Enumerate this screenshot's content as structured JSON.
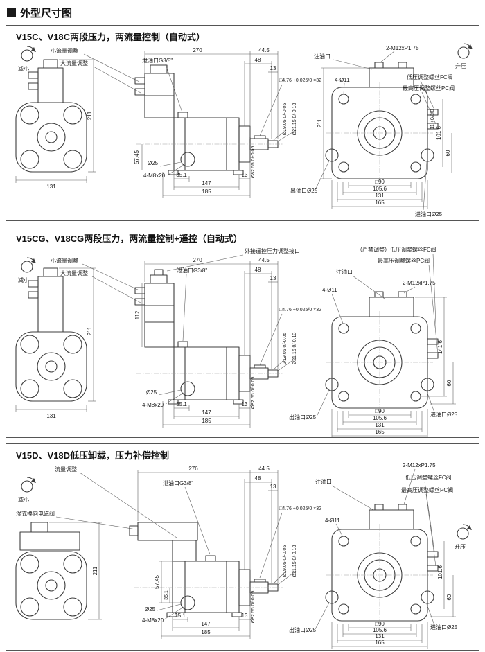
{
  "header": {
    "title": "外型尺寸图"
  },
  "panels": [
    {
      "title": "V15C、V18C两段压力，两流量控制（自动式）",
      "labels": {
        "decrease": "减小",
        "boost": "升压",
        "small_flow": "小流量调整",
        "large_flow": "大流量调整",
        "drain_port": "泄油口G3/8\"",
        "fill_port": "注油口",
        "stud_spec": "2-M12xP1.75",
        "fc_screw": "低压调整螺丝FC阀",
        "pc_screw": "最高压调整螺丝PC阀",
        "flange_holes": "4-Ø11",
        "pilot_dia": "Ø25",
        "mount_thread": "4-M8x20",
        "outlet": "出油口Ø25",
        "inlet": "进油口Ø25",
        "key_spec": "□4.76 +0.025/0 ×32",
        "shaft_d1": "Ø19.05 0/-0.05",
        "shaft_d2": "Ø21.15 0/-0.13",
        "spigot_d": "Ø82.55 0/-0.05",
        "keyway_h": "11 +0.3/0"
      },
      "dims": {
        "side_w": "131",
        "side_h": "211",
        "overall": "270",
        "shaft_len": "44.5",
        "shaft_step": "48",
        "key_len": "13",
        "valve_v": "57.45",
        "foot_a": "35.1",
        "foot_b": "147",
        "foot_c": "185",
        "foot_d": "13",
        "rear_h": "211",
        "hole_pitch": "101.6",
        "port_v": "60",
        "square": "□90",
        "pitch1": "105.6",
        "pitch2": "131",
        "pitch3": "165"
      }
    },
    {
      "title": "V15CG、V18CG两段压力，两流量控制+遥控（自动式）",
      "labels": {
        "decrease": "减小",
        "small_flow": "小流量调整",
        "large_flow": "大流量调整",
        "remote_port": "外接遥控压力调整接口",
        "drain_port": "泄油口G3/8\"",
        "fill_port": "注油口",
        "stud_spec": "2-M12xP1.75",
        "fc_screw": "（严禁调整）低压调整螺丝FC阀",
        "pc_screw": "最高压调整螺丝PC阀",
        "flange_holes": "4-Ø11",
        "pilot_dia": "Ø25",
        "mount_thread": "4-M8x20",
        "outlet": "出油口Ø25",
        "inlet": "进油口Ø25",
        "key_spec": "□4.76 +0.025/0 ×32",
        "shaft_d1": "Ø19.05 0/-0.05",
        "shaft_d2": "Ø21.15 0/-0.13",
        "spigot_d": "Ø82.55 0/-0.05"
      },
      "dims": {
        "side_w": "131",
        "side_h": "211",
        "overall": "270",
        "shaft_len": "44.5",
        "shaft_step": "48",
        "key_len": "13",
        "valve_v": "112",
        "foot_a": "35.1",
        "foot_b": "147",
        "foot_c": "185",
        "foot_d": "13",
        "hole_pitch": "141.6",
        "port_v": "60",
        "square": "□90",
        "pitch1": "105.6",
        "pitch2": "131",
        "pitch3": "165"
      }
    },
    {
      "title": "V15D、V18D低压卸载，压力补偿控制",
      "labels": {
        "decrease": "减小",
        "boost": "升压",
        "flow_adjust": "流量调整",
        "solenoid": "湿式换向电磁阀",
        "drain_port": "泄油口G3/8\"",
        "fill_port": "注油口",
        "stud_spec": "2-M12xP1.75",
        "fc_screw": "低压调整螺丝FC阀",
        "pc_screw": "最高压调整螺丝PC阀",
        "flange_holes": "4-Ø11",
        "pilot_dia": "Ø25",
        "mount_thread": "4-M8x20",
        "outlet": "出油口Ø25",
        "inlet": "进油口Ø25",
        "key_spec": "□4.76 +0.025/0 ×32",
        "shaft_d1": "Ø19.05 0/-0.05",
        "shaft_d2": "Ø21.15 0/-0.13",
        "spigot_d": "Ø82.55 0/-0.05"
      },
      "dims": {
        "side_h": "211",
        "overall": "276",
        "shaft_len": "44.5",
        "shaft_step": "48",
        "key_len": "13",
        "valve_v": "57.45",
        "body_v": "35.1",
        "foot_a": "35.1",
        "foot_b": "147",
        "foot_c": "185",
        "foot_d": "13",
        "hole_pitch": "101.6",
        "port_v": "60",
        "square": "□90",
        "pitch1": "105.6",
        "pitch2": "131",
        "pitch3": "165"
      }
    }
  ]
}
